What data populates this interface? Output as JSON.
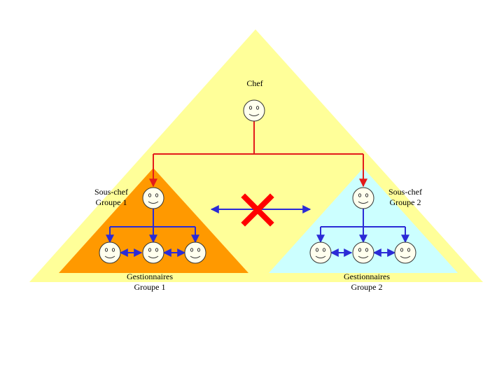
{
  "diagram": {
    "chef": {
      "label": "Chef"
    },
    "group1": {
      "souschef_line1": "Sous-chef",
      "souschef_line2": "Groupe 1",
      "gest_line1": "Gestionnaires",
      "gest_line2": "Groupe 1"
    },
    "group2": {
      "souschef_line1": "Sous-chef",
      "souschef_line2": "Groupe 2",
      "gest_line1": "Gestionnaires",
      "gest_line2": "Groupe 2"
    }
  },
  "colors": {
    "big_triangle": "#ffff99",
    "group1_triangle": "#ff9900",
    "group2_triangle": "#ccffff",
    "hierarchy_line": "#e31b1b",
    "peer_line": "#2b2bd6",
    "cross": "#ff0000"
  },
  "icons": [
    "smiley-face-icon",
    "red-cross-icon"
  ]
}
